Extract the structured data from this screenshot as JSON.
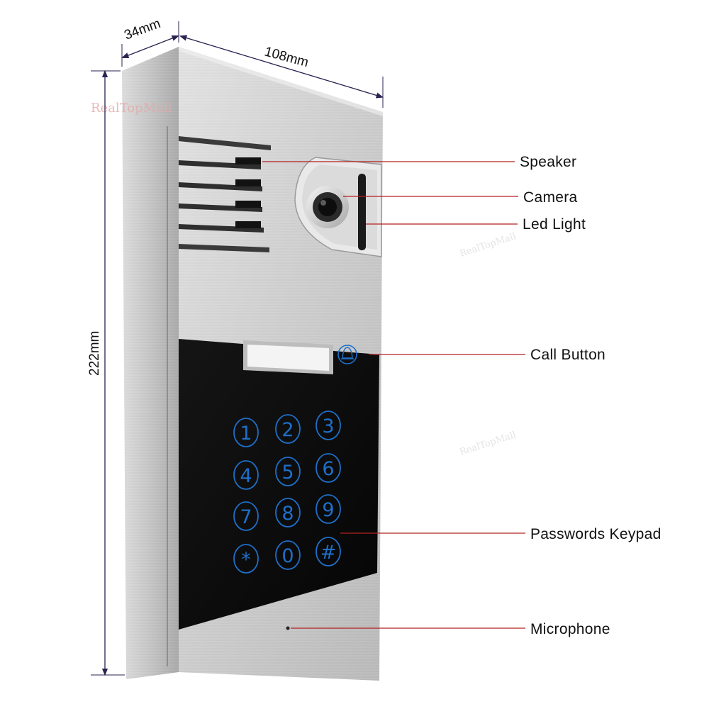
{
  "dimensions": {
    "depth": "34mm",
    "width": "108mm",
    "height": "222mm"
  },
  "watermark": {
    "text": "RealTopMall"
  },
  "callouts": {
    "speaker": "Speaker",
    "camera": "Camera",
    "led_light": "Led Light",
    "call_button": "Call Button",
    "passwords_keypad": "Passwords Keypad",
    "microphone": "Microphone"
  },
  "keypad": {
    "keys": [
      "1",
      "2",
      "3",
      "4",
      "5",
      "6",
      "7",
      "8",
      "9",
      "*",
      "0",
      "#"
    ]
  },
  "icons": {
    "call": "bell-icon"
  },
  "colors": {
    "callout_line": "#b32020",
    "dimension_line": "#2a2350",
    "panel_metal": "#c9c9c9",
    "keypad_black": "#0c0c0c",
    "key_blue": "#1e6fc8"
  }
}
